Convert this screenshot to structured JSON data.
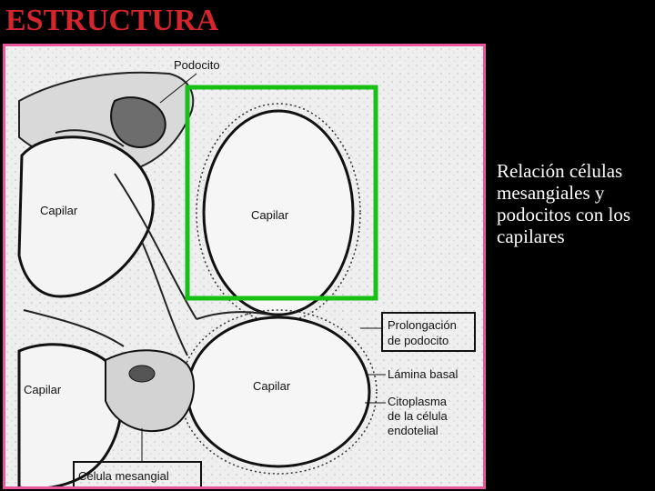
{
  "slide": {
    "title": "ESTRUCTURA",
    "caption": "Relación células mesangiales y podocitos con los capilares"
  },
  "diagram": {
    "labels": {
      "podocito": "Podocito",
      "capilar_left": "Capilar",
      "capilar_center": "Capilar",
      "capilar_lower_left": "Capilar",
      "capilar_lower_right": "Capilar",
      "prolongacion_line1": "Prolongación",
      "prolongacion_line2": "de podocito",
      "lamina_basal": "Lámina basal",
      "citoplasma_line1": "Citoplasma",
      "citoplasma_line2": "de la célula",
      "citoplasma_line3": "endotelial",
      "celula_mesangial": "Célula mesangial"
    },
    "colors": {
      "highlight_green": "#17c017",
      "frame_pink": "#e8579a",
      "title_red": "#d2262c"
    }
  }
}
